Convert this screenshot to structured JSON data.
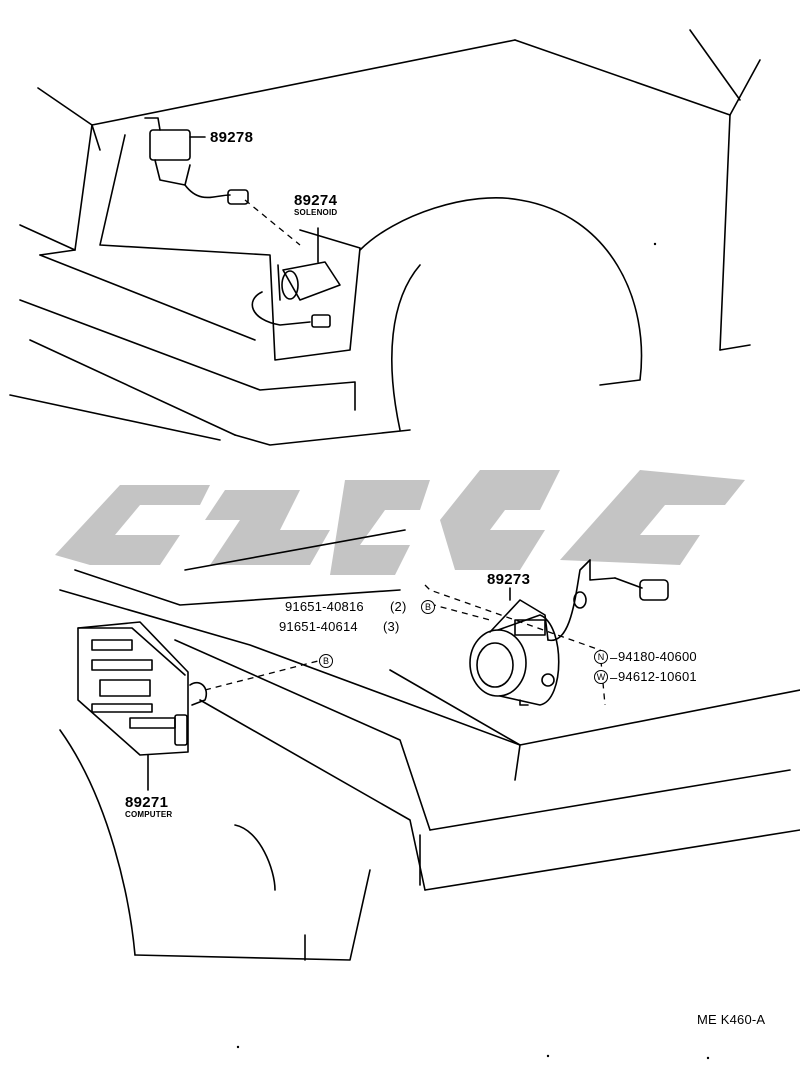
{
  "labels": {
    "p89278": "89278",
    "p89274": "89274",
    "solenoid": "SOLENOID",
    "p89273": "89273",
    "p89271": "89271",
    "computer": "COMPUTER",
    "bolt1": "91651-40816",
    "bolt1_qty": "(2)",
    "bolt2": "91651-40614",
    "bolt2_qty": "(3)",
    "nut": "94180-40600",
    "washer": "94612-10601",
    "sym_b": "B",
    "sym_n": "N",
    "sym_w": "W",
    "diagram_code": "ME K460-A"
  },
  "colors": {
    "line": "#000000",
    "watermark": "#c4c4c4",
    "background": "#ffffff"
  }
}
